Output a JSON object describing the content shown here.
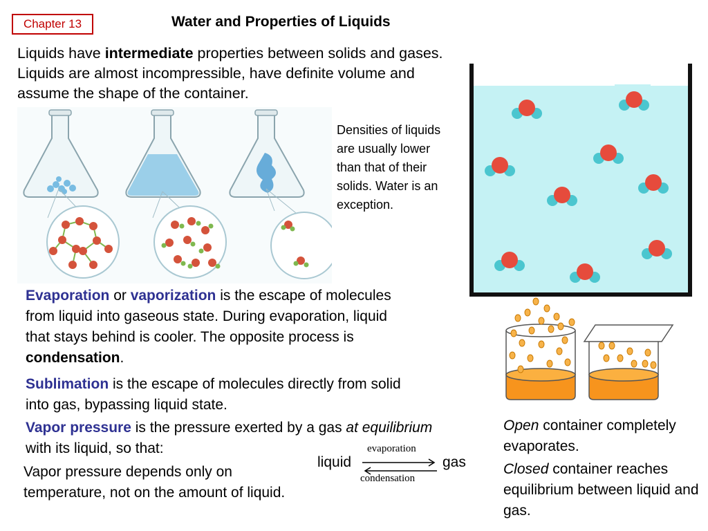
{
  "header": {
    "chapter_label": "Chapter 13",
    "title": "Water and Properties of Liquids"
  },
  "intro": {
    "text_1": "Liquids have ",
    "bold": "intermediate",
    "text_2": " properties between solids and gases. Liquids are almost  incompressible, have definite volume and assume the shape of the container."
  },
  "density_note": "Densities of liquids are usually lower than that of their solids. Water is an exception.",
  "evaporation": {
    "term_1": "Evaporation",
    "joiner": " or ",
    "term_2": "vaporization",
    "text_1": " is the escape of molecules from liquid into gaseous state. During evaporation, liquid that stays behind is cooler. The opposite process is ",
    "term_3": "condensation",
    "text_2": "."
  },
  "sublimation": {
    "term": "Sublimation",
    "text": " is the escape of molecules directly from solid into gas, bypassing liquid state."
  },
  "vapor_pressure": {
    "term": "Vapor pressure",
    "text_1": " is the pressure exerted by a gas ",
    "italic": "at equilibrium",
    "text_2": " with its liquid, so that:",
    "note": "Vapor pressure depends only on temperature, not on the amount of liquid."
  },
  "equilibrium": {
    "left": "liquid",
    "right": "gas",
    "forward": "evaporation",
    "reverse": "condensation"
  },
  "containers_caption": {
    "open_italic": "Open",
    "open_text": " container completely evaporates.",
    "closed_italic": "Closed",
    "closed_text": " container reaches equilibrium between liquid and gas."
  },
  "colors": {
    "chapter_border": "#c00000",
    "term_blue": "#2e3192",
    "water": "#c5f2f4",
    "oxygen": "#e64b3c",
    "hydrogen": "#4bc6cf",
    "beaker_liquid": "#f7941d"
  }
}
